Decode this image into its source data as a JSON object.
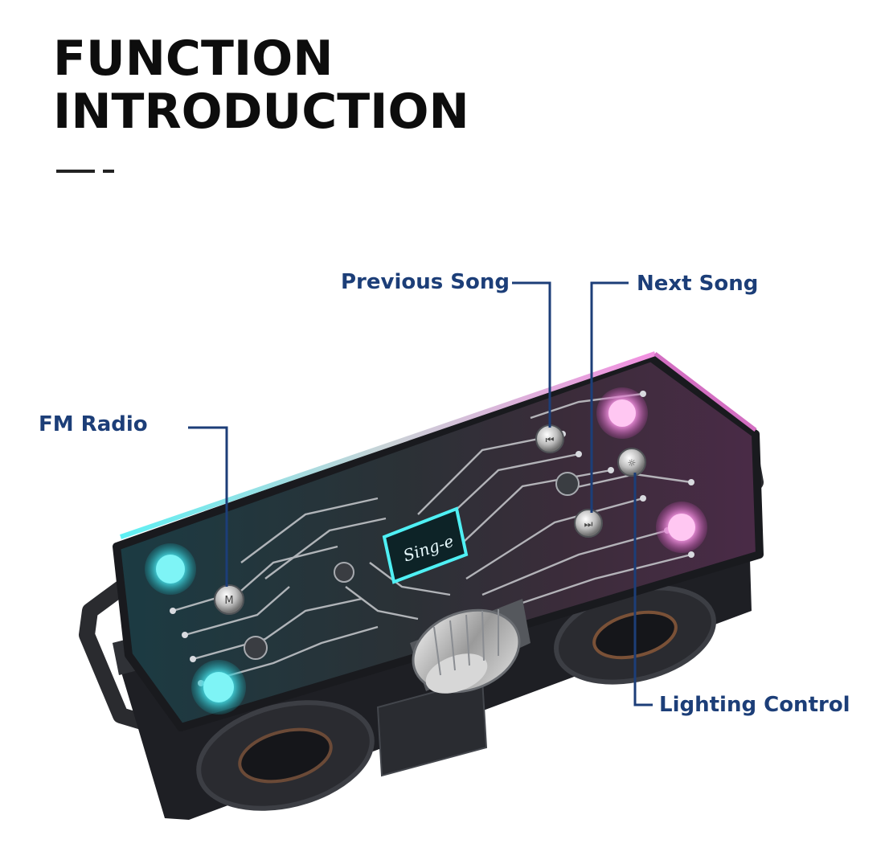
{
  "heading": {
    "line1": "FUNCTION",
    "line2": "INTRODUCTION"
  },
  "product": {
    "brand_logo": "Sing-e",
    "glow_left_color": "#33e0ea",
    "glow_right_color": "#f070d8",
    "body_color": "#1e1f24"
  },
  "callouts": {
    "previous_song": "Previous Song",
    "next_song": "Next Song",
    "fm_radio": "FM Radio",
    "lighting_control": "Lighting Control",
    "line_color": "#1c3e78"
  }
}
